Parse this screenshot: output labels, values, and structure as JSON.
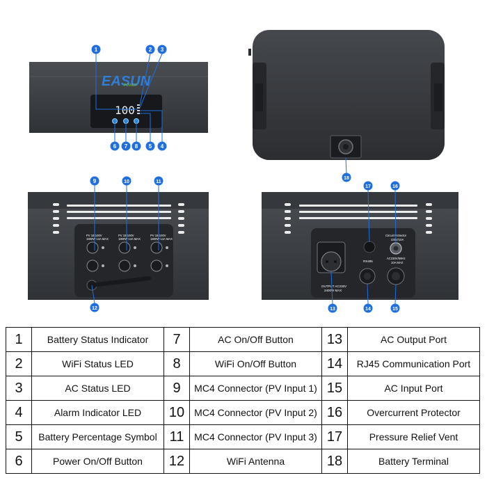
{
  "brand": {
    "main": "EASUN",
    "sub": "POWER"
  },
  "display_value": "100",
  "labels": {
    "pv1": [
      "PV 18-100V",
      "1800W 14A MAX"
    ],
    "pv2": [
      "PV 18-100V",
      "1800W 14A MAX"
    ],
    "pv3": [
      "PV 18-100V",
      "1800W 14A MAX"
    ],
    "output": [
      "OUTPUT AC230V",
      "2400W MAX"
    ],
    "rs485": "RS485",
    "circuit": [
      "Circuit Protector",
      "230V/10A"
    ],
    "acin": [
      "AC230V/50Hz",
      "10A MAX"
    ]
  },
  "callouts": [
    "1",
    "2",
    "3",
    "4",
    "5",
    "6",
    "7",
    "8",
    "9",
    "10",
    "11",
    "12",
    "13",
    "14",
    "15",
    "16",
    "17",
    "18"
  ],
  "colors": {
    "callout": "#1f6fe0",
    "device": "#3c3f44",
    "panel": "#26282c"
  },
  "legend": [
    [
      {
        "n": "1",
        "t": "Battery Status Indicator"
      },
      {
        "n": "7",
        "t": "AC On/Off Button"
      },
      {
        "n": "13",
        "t": "AC Output Port"
      }
    ],
    [
      {
        "n": "2",
        "t": "WiFi Status LED"
      },
      {
        "n": "8",
        "t": "WiFi On/Off Button"
      },
      {
        "n": "14",
        "t": "RJ45 Communication Port"
      }
    ],
    [
      {
        "n": "3",
        "t": "AC Status LED"
      },
      {
        "n": "9",
        "t": "MC4 Connector (PV Input 1)"
      },
      {
        "n": "15",
        "t": "AC Input Port"
      }
    ],
    [
      {
        "n": "4",
        "t": "Alarm Indicator LED"
      },
      {
        "n": "10",
        "t": "MC4 Connector (PV Input 2)"
      },
      {
        "n": "16",
        "t": "Overcurrent Protector"
      }
    ],
    [
      {
        "n": "5",
        "t": "Battery Percentage Symbol"
      },
      {
        "n": "11",
        "t": "MC4 Connector (PV Input 3)"
      },
      {
        "n": "17",
        "t": "Pressure Relief Vent"
      }
    ],
    [
      {
        "n": "6",
        "t": "Power On/Off Button"
      },
      {
        "n": "12",
        "t": "WiFi Antenna"
      },
      {
        "n": "18",
        "t": "Battery Terminal"
      }
    ]
  ]
}
